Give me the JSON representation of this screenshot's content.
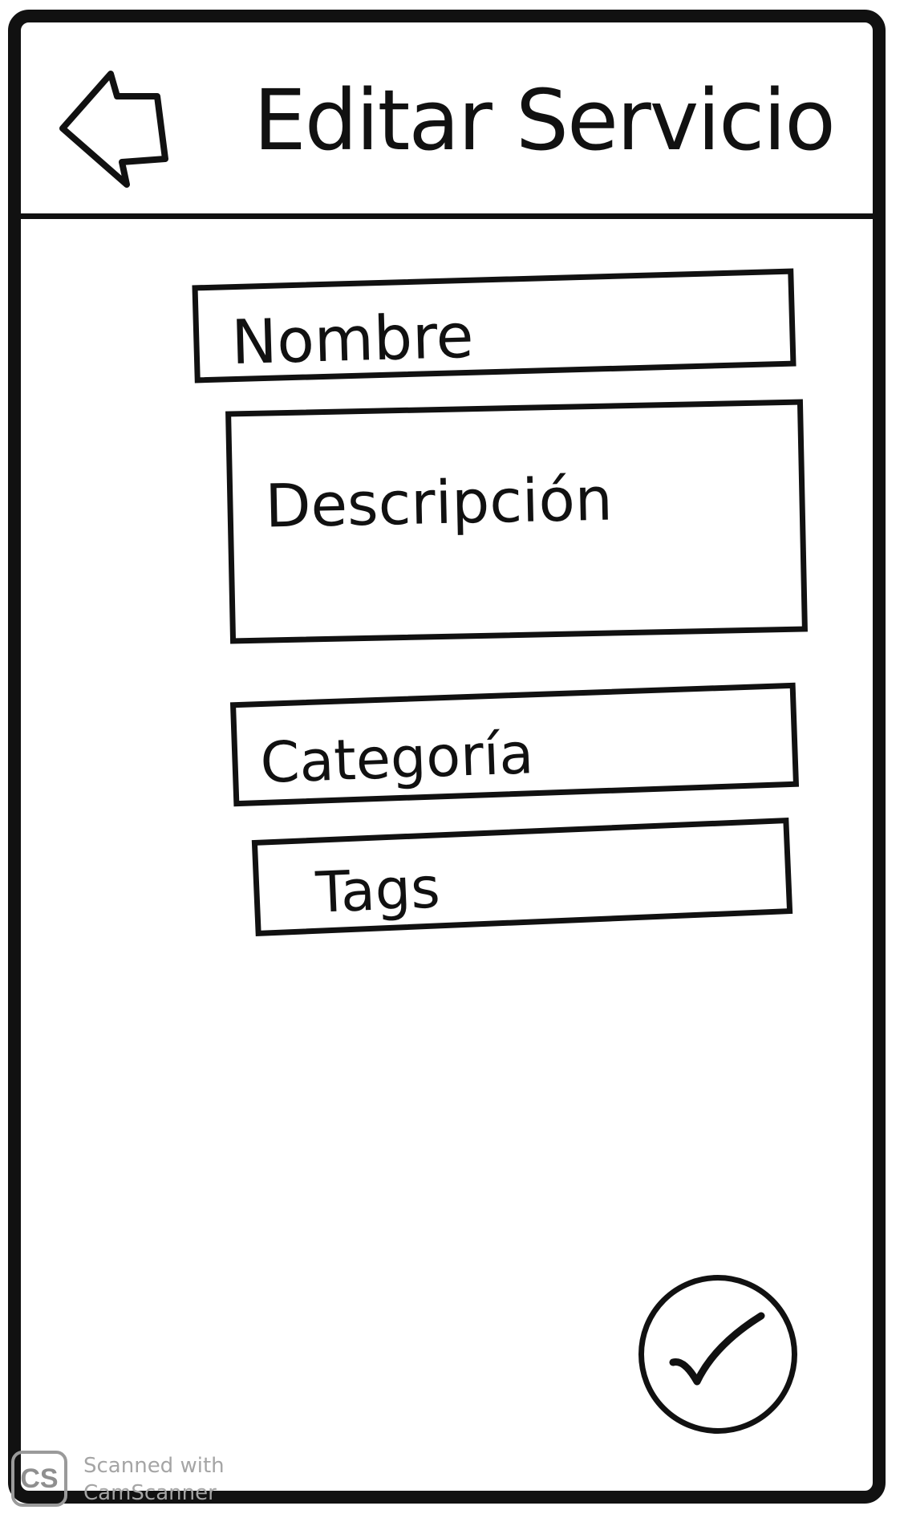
{
  "header": {
    "title": "Editar Servicio",
    "back_icon": "back-arrow-icon"
  },
  "form": {
    "name_placeholder": "Nombre",
    "description_placeholder": "Descripción",
    "category_placeholder": "Categoría",
    "tags_placeholder": "Tags"
  },
  "actions": {
    "confirm_icon": "checkmark-icon"
  },
  "watermark": {
    "logo": "CS",
    "line1": "Scanned with",
    "line2": "CamScanner"
  },
  "colors": {
    "ink": "#111111",
    "paper": "#ffffff",
    "watermark": "#a5a5a5"
  }
}
